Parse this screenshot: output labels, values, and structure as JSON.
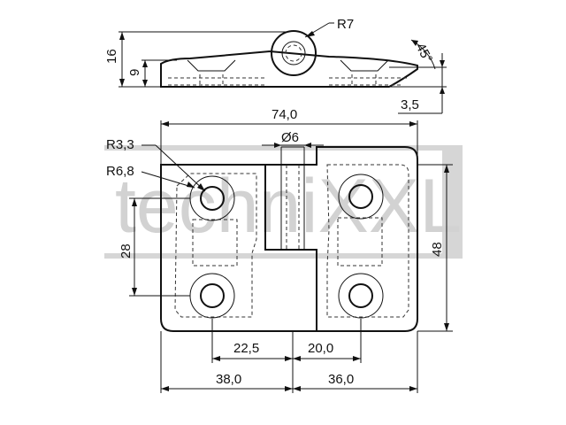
{
  "watermark": {
    "text": "techniXXL"
  },
  "side_view": {
    "radius_label": "R7",
    "angle_label": "45°",
    "height_total_label": "16",
    "height_leaf_label": "9",
    "edge_thickness_label": "3,5"
  },
  "top_view": {
    "width_label": "74,0",
    "pin_diameter_label": "Ø6",
    "hole_radius_label": "R3,3",
    "boss_radius_label": "R6,8",
    "hole_spacing_vertical_label": "28",
    "height_label": "48",
    "left_hole_offset_label": "22,5",
    "right_hole_offset_label": "20,0",
    "left_leaf_width_label": "38,0",
    "right_leaf_width_label": "36,0"
  },
  "colors": {
    "line": "#111111",
    "watermark": "#d2d2d2"
  }
}
